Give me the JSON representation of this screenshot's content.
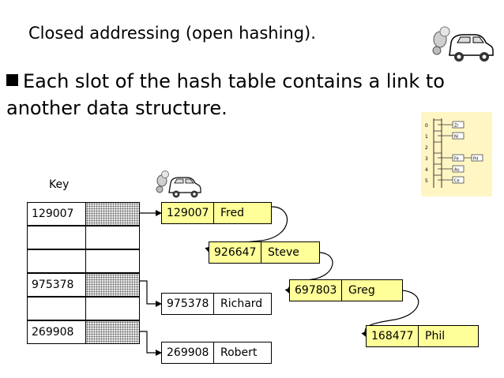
{
  "title": "Closed addressing (open hashing).",
  "bullet_text": "Each slot of the hash table contains a link to another data structure.",
  "key_label": "Key",
  "table_rows": [
    "129007",
    "",
    "",
    "975378",
    "",
    "269908"
  ],
  "hatched_rows": [
    0,
    3,
    5
  ],
  "nodes": [
    {
      "key": "129007",
      "value": "Fred"
    },
    {
      "key": "926647",
      "value": "Steve"
    },
    {
      "key": "697803",
      "value": "Greg"
    },
    {
      "key": "168477",
      "value": "Phil"
    },
    {
      "key": "975378",
      "value": "Richard"
    },
    {
      "key": "269908",
      "value": "Robert"
    }
  ],
  "colors": {
    "node_fill": "#ffff99",
    "plain_fill": "#ffffff",
    "mini_bg": "#fff6c4"
  },
  "icons": [
    "car-cartoon-icon",
    "car-cartoon-icon",
    "hash-table-thumbnail-icon"
  ],
  "mini": {
    "indices": [
      "0",
      "1",
      "2",
      "3",
      "4",
      "5"
    ],
    "entries": [
      {
        "row": 0,
        "items": [
          "Zr"
        ]
      },
      {
        "row": 1,
        "items": [
          "Ni"
        ]
      },
      {
        "row": 3,
        "items": [
          "Fe",
          "Pd"
        ]
      },
      {
        "row": 4,
        "items": [
          "Au"
        ]
      },
      {
        "row": 5,
        "items": [
          "Ce"
        ]
      }
    ]
  }
}
